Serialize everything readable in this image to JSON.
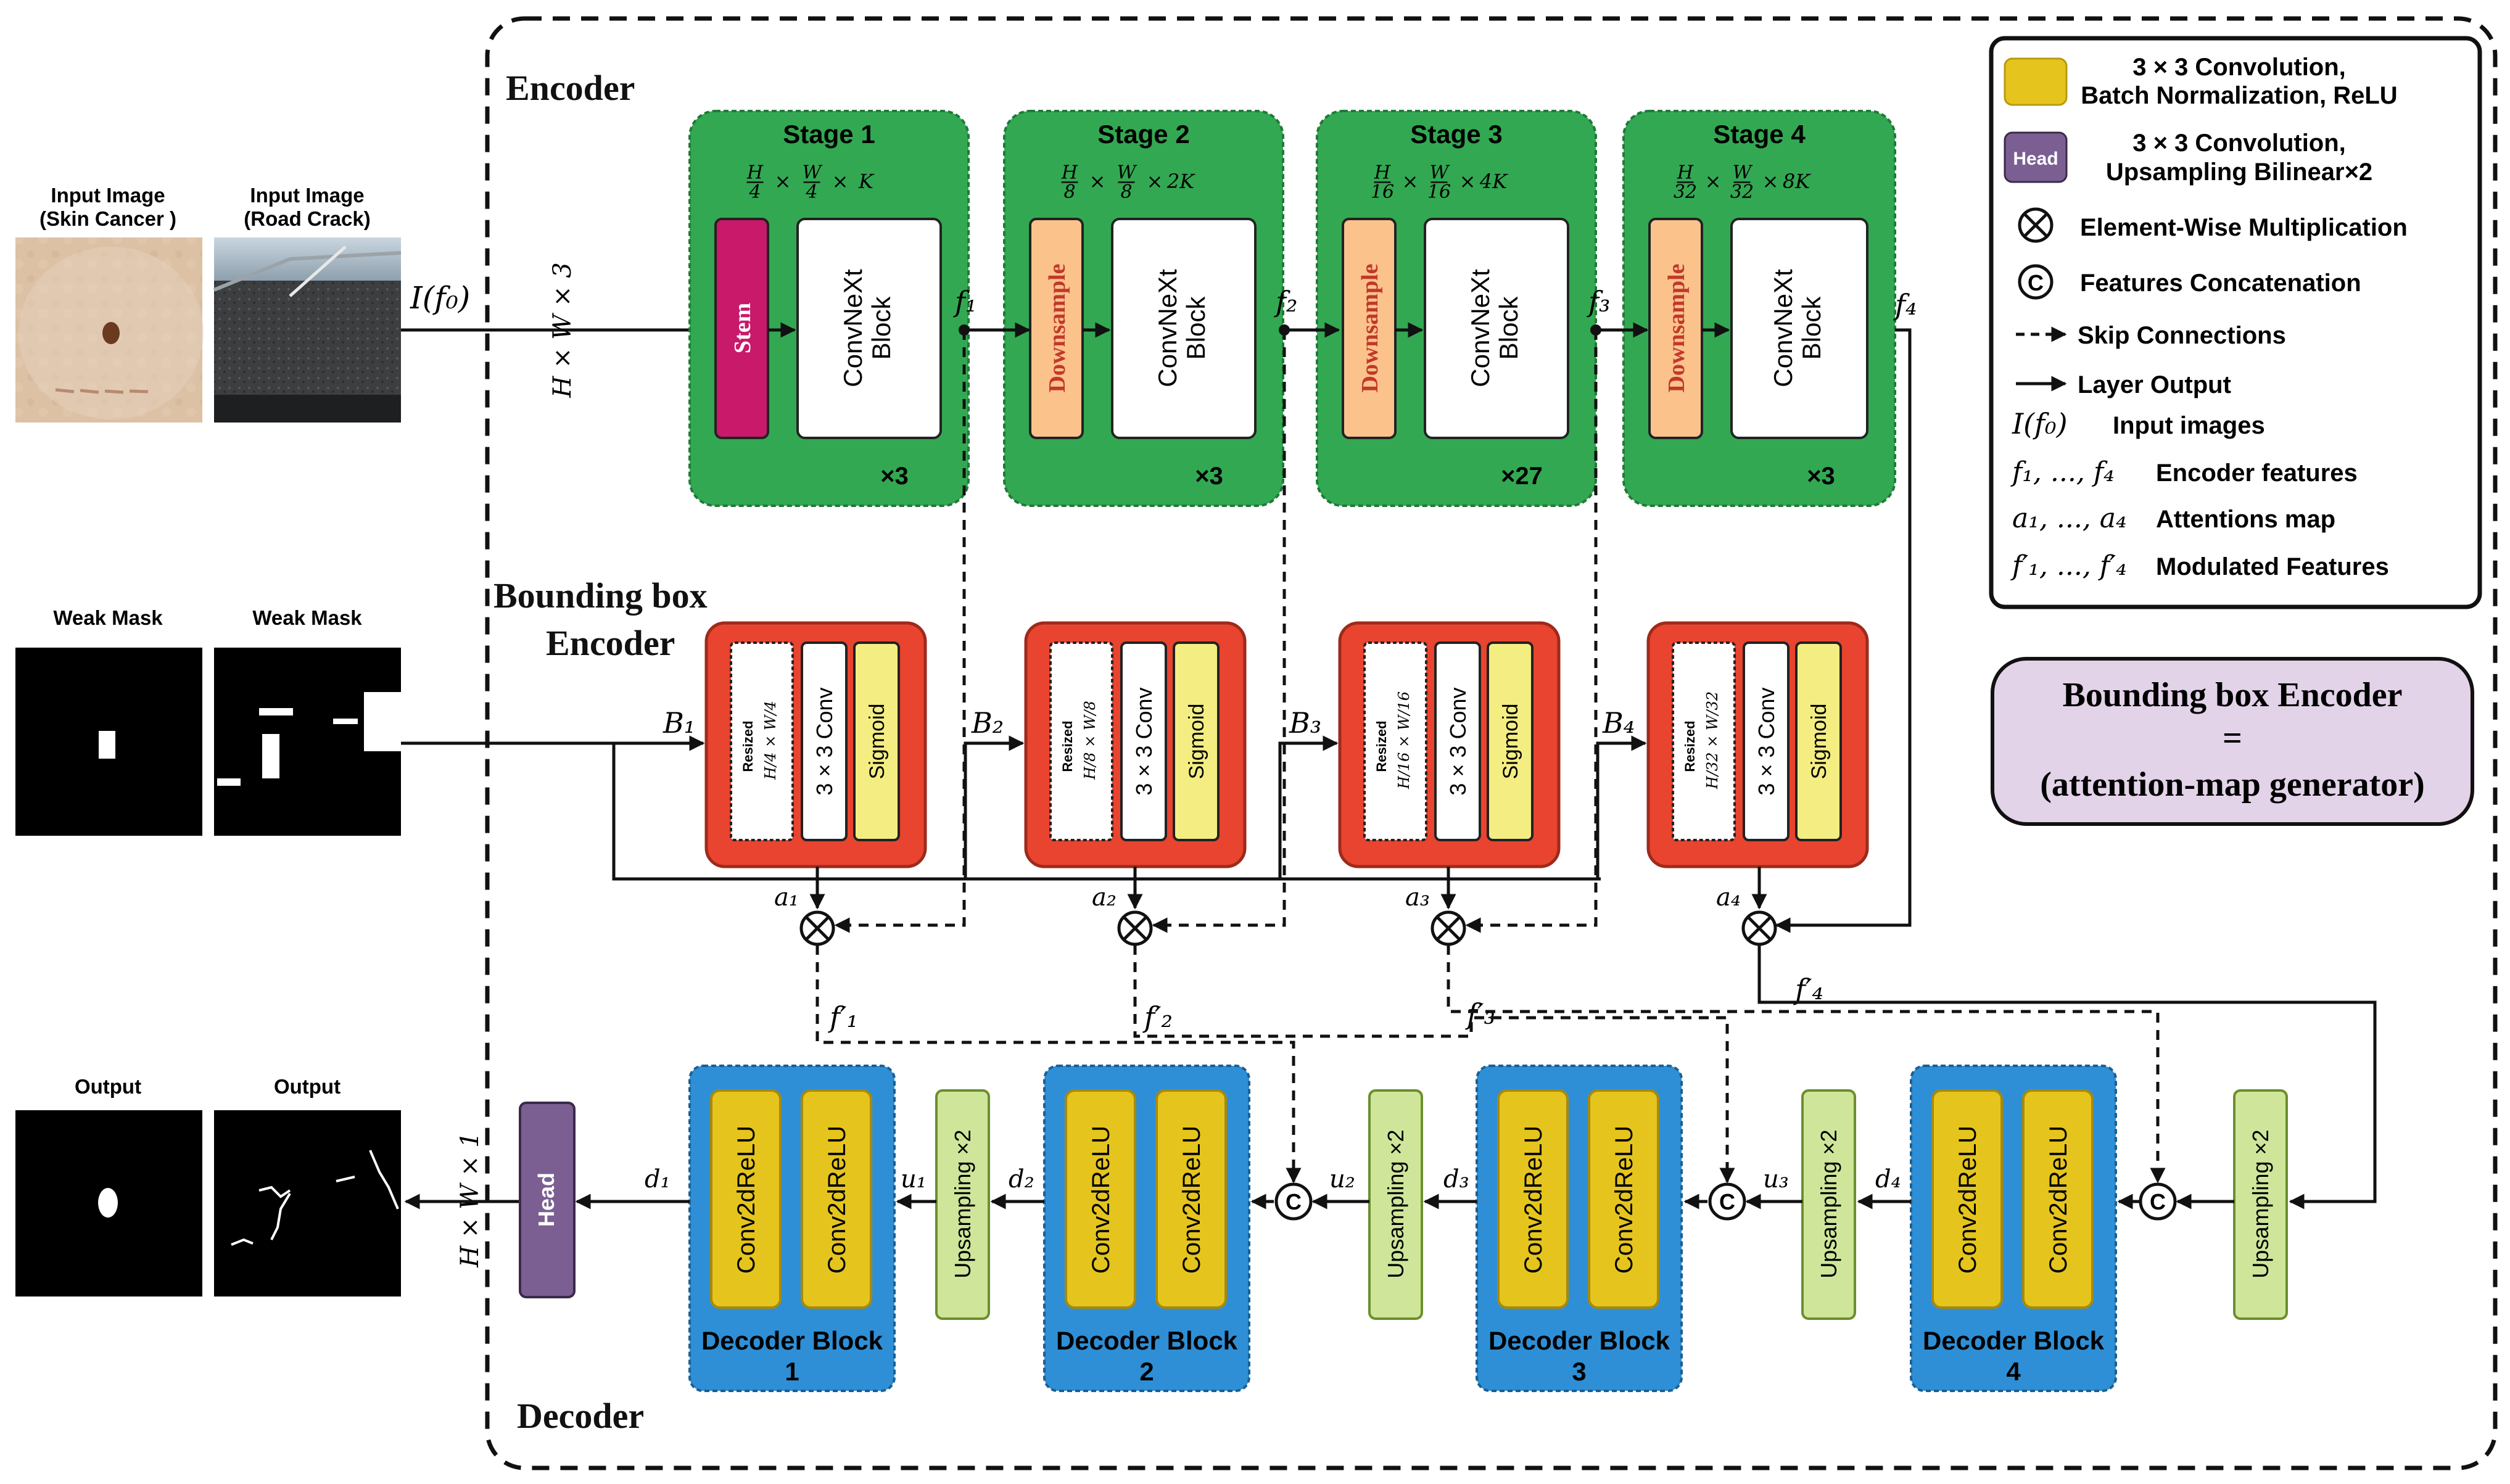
{
  "sections": {
    "encoder": "Encoder",
    "bbox_encoder_line1": "Bounding box",
    "bbox_encoder_line2": "Encoder",
    "decoder": "Decoder"
  },
  "inputs": {
    "skin_label_line1": "Input Image",
    "skin_label_line2": "(Skin Cancer )",
    "road_label_line1": "Input Image",
    "road_label_line2": "(Road Crack)",
    "input_symbol": "I(f₀)",
    "input_dim": "H × W × 3"
  },
  "weak_masks": {
    "label_1": "Weak Mask",
    "label_2": "Weak Mask"
  },
  "outputs": {
    "label_1": "Output",
    "label_2": "Output",
    "output_dim": "H × W × 1"
  },
  "stages": [
    {
      "title": "Stage 1",
      "dims": "H/4 × W/4 × K",
      "first_block": "Stem",
      "block": "ConvNeXt",
      "block2": "Block",
      "repeat": "×3",
      "feature": "f₁"
    },
    {
      "title": "Stage 2",
      "dims": "H/8 × W/8 × 2K",
      "first_block": "Downsample",
      "block": "ConvNeXt",
      "block2": "Block",
      "repeat": "×3",
      "feature": "f₂"
    },
    {
      "title": "Stage 3",
      "dims": "H/16 × W/16 × 4K",
      "first_block": "Downsample",
      "block": "ConvNeXt",
      "block2": "Block",
      "repeat": "×27",
      "feature": "f₃"
    },
    {
      "title": "Stage 4",
      "dims": "H/32 × W/32 × 8K",
      "first_block": "Downsample",
      "block": "ConvNeXt",
      "block2": "Block",
      "repeat": "×3",
      "feature": "f₄"
    }
  ],
  "bbox_blocks": [
    {
      "box": "B₁",
      "resized": "Resized",
      "dims": "H/4 × W/4",
      "conv": "3 × 3 Conv",
      "act": "Sigmoid",
      "attention": "a₁",
      "modulated": "f′₁"
    },
    {
      "box": "B₂",
      "resized": "Resized",
      "dims": "H/8 × W/8",
      "conv": "3 × 3 Conv",
      "act": "Sigmoid",
      "attention": "a₂",
      "modulated": "f′₂"
    },
    {
      "box": "B₃",
      "resized": "Resized",
      "dims": "H/16 × W/16",
      "conv": "3 × 3 Conv",
      "act": "Sigmoid",
      "attention": "a₃",
      "modulated": "f′₃"
    },
    {
      "box": "B₄",
      "resized": "Resized",
      "dims": "H/32 × W/32",
      "conv": "3 × 3 Conv",
      "act": "Sigmoid",
      "attention": "a₄",
      "modulated": "f′₄"
    }
  ],
  "decoder_blocks": [
    {
      "conv_a": "Conv2dReLU",
      "conv_b": "Conv2dReLU",
      "title": "Decoder Block",
      "number": "1"
    },
    {
      "conv_a": "Conv2dReLU",
      "conv_b": "Conv2dReLU",
      "title": "Decoder Block",
      "number": "2"
    },
    {
      "conv_a": "Conv2dReLU",
      "conv_b": "Conv2dReLU",
      "title": "Decoder Block",
      "number": "3"
    },
    {
      "conv_a": "Conv2dReLU",
      "conv_b": "Conv2dReLU",
      "title": "Decoder Block",
      "number": "4"
    }
  ],
  "decoder_signals": {
    "upsampling": "Upsampling ×2",
    "head": "Head",
    "concat": "C",
    "d1": "d₁",
    "d2": "d₂",
    "d3": "d₃",
    "d4": "d₄",
    "u1": "u₁",
    "u2": "u₂",
    "u3": "u₃"
  },
  "legend": {
    "conv_bn_line1": "3 × 3  Convolution,",
    "conv_bn_line2": "Batch Normalization, ReLU",
    "head_chip": "Head",
    "head_line1": "3 × 3  Convolution,",
    "head_line2": "Upsampling Bilinear×2",
    "mult": "Element-Wise Multiplication",
    "concat": "Features Concatenation",
    "concat_chip": "C",
    "skip": "Skip Connections",
    "layer": "Layer Output",
    "input_sym": "I(f₀)",
    "input_txt": "Input images",
    "enc_sym": "f₁, ..., f₄",
    "enc_txt": "Encoder features",
    "att_sym": "a₁, ..., a₄",
    "att_txt": "Attentions map",
    "mod_sym": "f′₁, ..., f′₄",
    "mod_txt": "Modulated Features"
  },
  "note": {
    "line1": "Bounding box Encoder",
    "line2": "=",
    "line3": "(attention-map generator)"
  },
  "colors": {
    "stage_green": "#33a852",
    "stem_magenta": "#c8196a",
    "downsample_peach": "#fbc28c",
    "bbox_red": "#e8442f",
    "sigmoid_yellow": "#f4ee82",
    "decoder_blue": "#2e8fd6",
    "conv_yellow": "#e5c51d",
    "upsample_green": "#cfe69a",
    "head_purple": "#7b5f92",
    "note_lilac": "#e2d3e8"
  }
}
